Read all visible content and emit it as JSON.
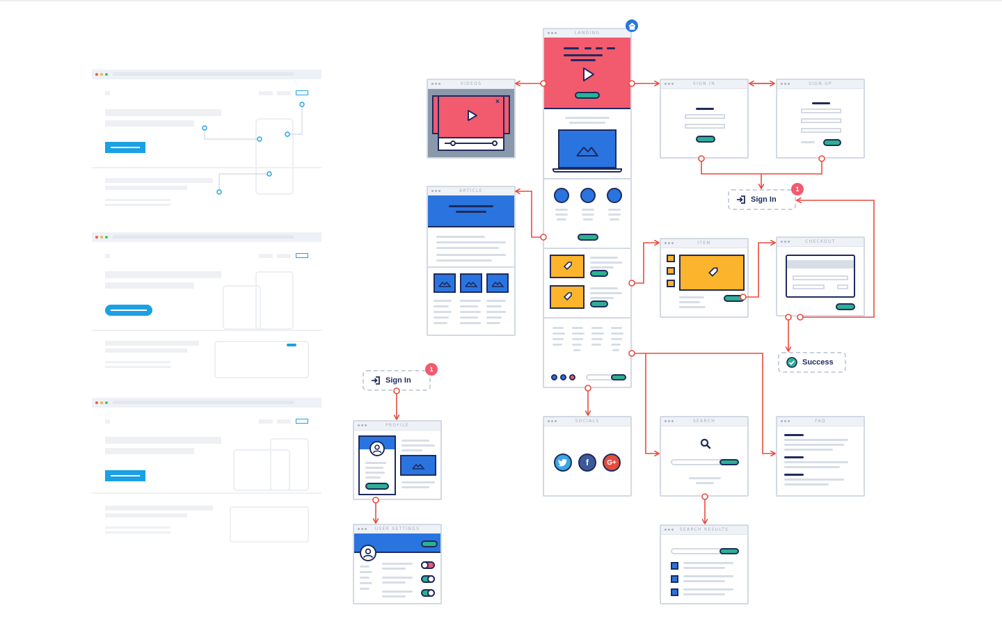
{
  "windows": {
    "landing": "LANDING",
    "videos": "VIDEOS",
    "article": "ARTICLE",
    "sign_in": "SIGN IN",
    "sign_up": "SIGN UP",
    "item": "ITEM",
    "checkout": "CHECKOUT",
    "socials": "SOCIALS",
    "search": "SEARCH",
    "faq": "FAQ",
    "search_results": "SEARCH RESULTS",
    "profile": "PROFILE",
    "user_settings": "USER SETTINGS"
  },
  "chips": {
    "sign_in_top": "Sign In",
    "sign_in_left": "Sign In",
    "success": "Success"
  },
  "badges": {
    "top": "1",
    "left": "1"
  },
  "colors": {
    "navy": "#1e2a5c",
    "red": "#f25a6e",
    "blue": "#2a74e0",
    "yellow": "#fbb42b",
    "green": "#2bb192",
    "connector": "#e84a3c",
    "ghost_accent": "#1aa1e3"
  },
  "icons": {
    "home": "home-icon",
    "sign_in": "sign-in-icon",
    "success": "check-circle-icon",
    "play": "play-icon",
    "image": "mountain-image-icon",
    "tag": "tag-icon",
    "search": "magnifier-icon",
    "user": "user-avatar-icon",
    "twitter": "twitter-icon",
    "facebook": "facebook-icon",
    "google_plus": "google-plus-icon"
  }
}
